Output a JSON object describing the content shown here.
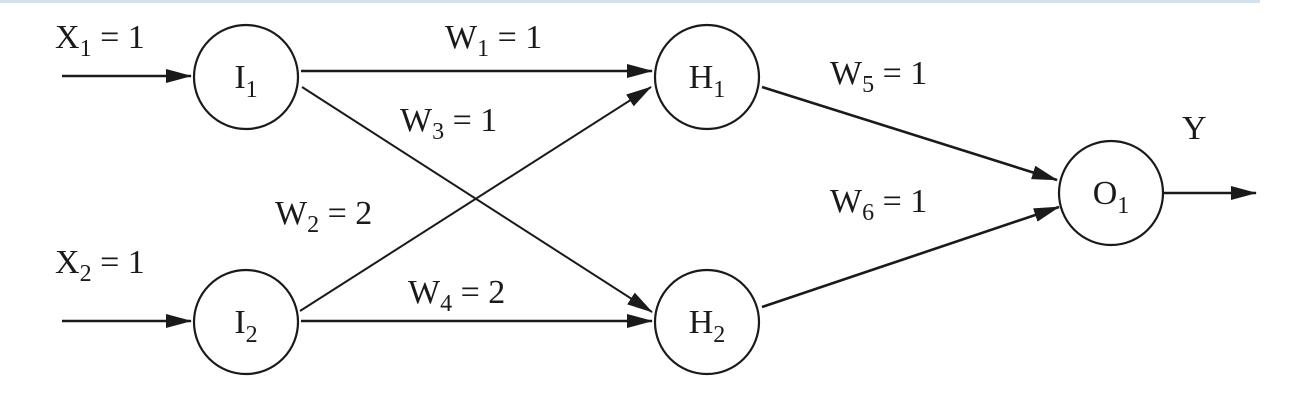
{
  "nodes": [
    {
      "id": "I1",
      "base": "I",
      "sub": "1"
    },
    {
      "id": "I2",
      "base": "I",
      "sub": "2"
    },
    {
      "id": "H1",
      "base": "H",
      "sub": "1"
    },
    {
      "id": "H2",
      "base": "H",
      "sub": "2"
    },
    {
      "id": "O1",
      "base": "O",
      "sub": "1"
    }
  ],
  "inputs": [
    {
      "var": "X",
      "sub": "1",
      "value": "1",
      "to": "I1"
    },
    {
      "var": "X",
      "sub": "2",
      "value": "1",
      "to": "I2"
    }
  ],
  "weights": [
    {
      "name": "W",
      "sub": "1",
      "value": "1",
      "from": "I1",
      "to": "H1"
    },
    {
      "name": "W",
      "sub": "2",
      "value": "2",
      "from": "I2",
      "to": "H1"
    },
    {
      "name": "W",
      "sub": "3",
      "value": "1",
      "from": "I1",
      "to": "H2"
    },
    {
      "name": "W",
      "sub": "4",
      "value": "2",
      "from": "I2",
      "to": "H2"
    },
    {
      "name": "W",
      "sub": "5",
      "value": "1",
      "from": "H1",
      "to": "O1"
    },
    {
      "name": "W",
      "sub": "6",
      "value": "1",
      "from": "H2",
      "to": "O1"
    }
  ],
  "output": {
    "label": "Y",
    "from": "O1"
  }
}
